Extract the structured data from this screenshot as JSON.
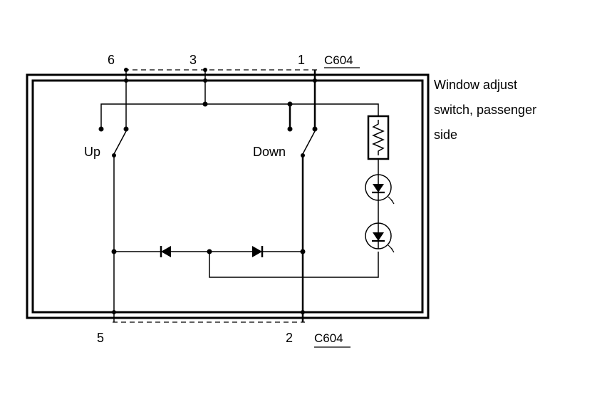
{
  "diagram": {
    "connector_top": {
      "name": "C604",
      "pins": [
        "6",
        "3",
        "1"
      ]
    },
    "connector_bottom": {
      "name": "C604",
      "pins": [
        "5",
        "2"
      ]
    },
    "switch_labels": {
      "up": "Up",
      "down": "Down"
    },
    "caption": [
      "Window adjust",
      "switch, passenger",
      "side"
    ],
    "colors": {
      "ink": "#000000",
      "background": "#ffffff"
    }
  }
}
